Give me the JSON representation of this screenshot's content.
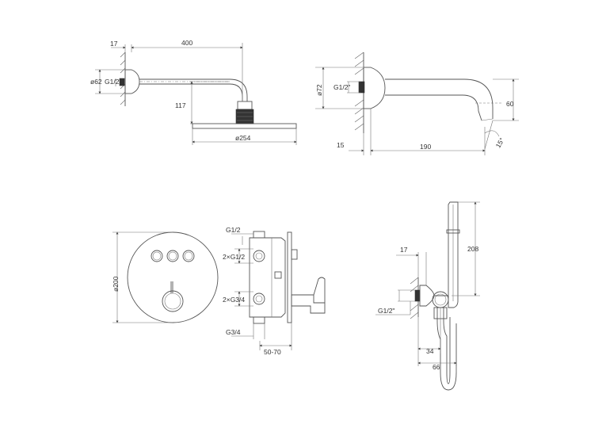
{
  "overhead_shower": {
    "dim_wall": "17",
    "dim_arm_length": "400",
    "dim_flange_diameter": "ø62",
    "dim_thread": "G1/2\"",
    "dim_drop": "117",
    "dim_head_diameter": "ø254"
  },
  "wall_spout": {
    "dim_flange_diameter": "ø72",
    "dim_thread": "G1/2\"",
    "dim_height": "60",
    "dim_angle": "15°",
    "dim_wall": "15",
    "dim_length": "190"
  },
  "mixer_panel": {
    "dim_diameter": "ø200"
  },
  "concealed_body": {
    "dim_top_port": "G1/2",
    "dim_outlets_half": "2×G1/2",
    "dim_outlets_three_quarter": "2×G3/4",
    "dim_bottom_port": "G3/4",
    "dim_depth": "50-70"
  },
  "hand_shower": {
    "dim_wall": "17",
    "dim_height": "208",
    "dim_thread": "G1/2\"",
    "dim_outlet": "34",
    "dim_total": "66"
  },
  "colors": {
    "line": "#555555",
    "text": "#333333",
    "background": "#ffffff"
  }
}
